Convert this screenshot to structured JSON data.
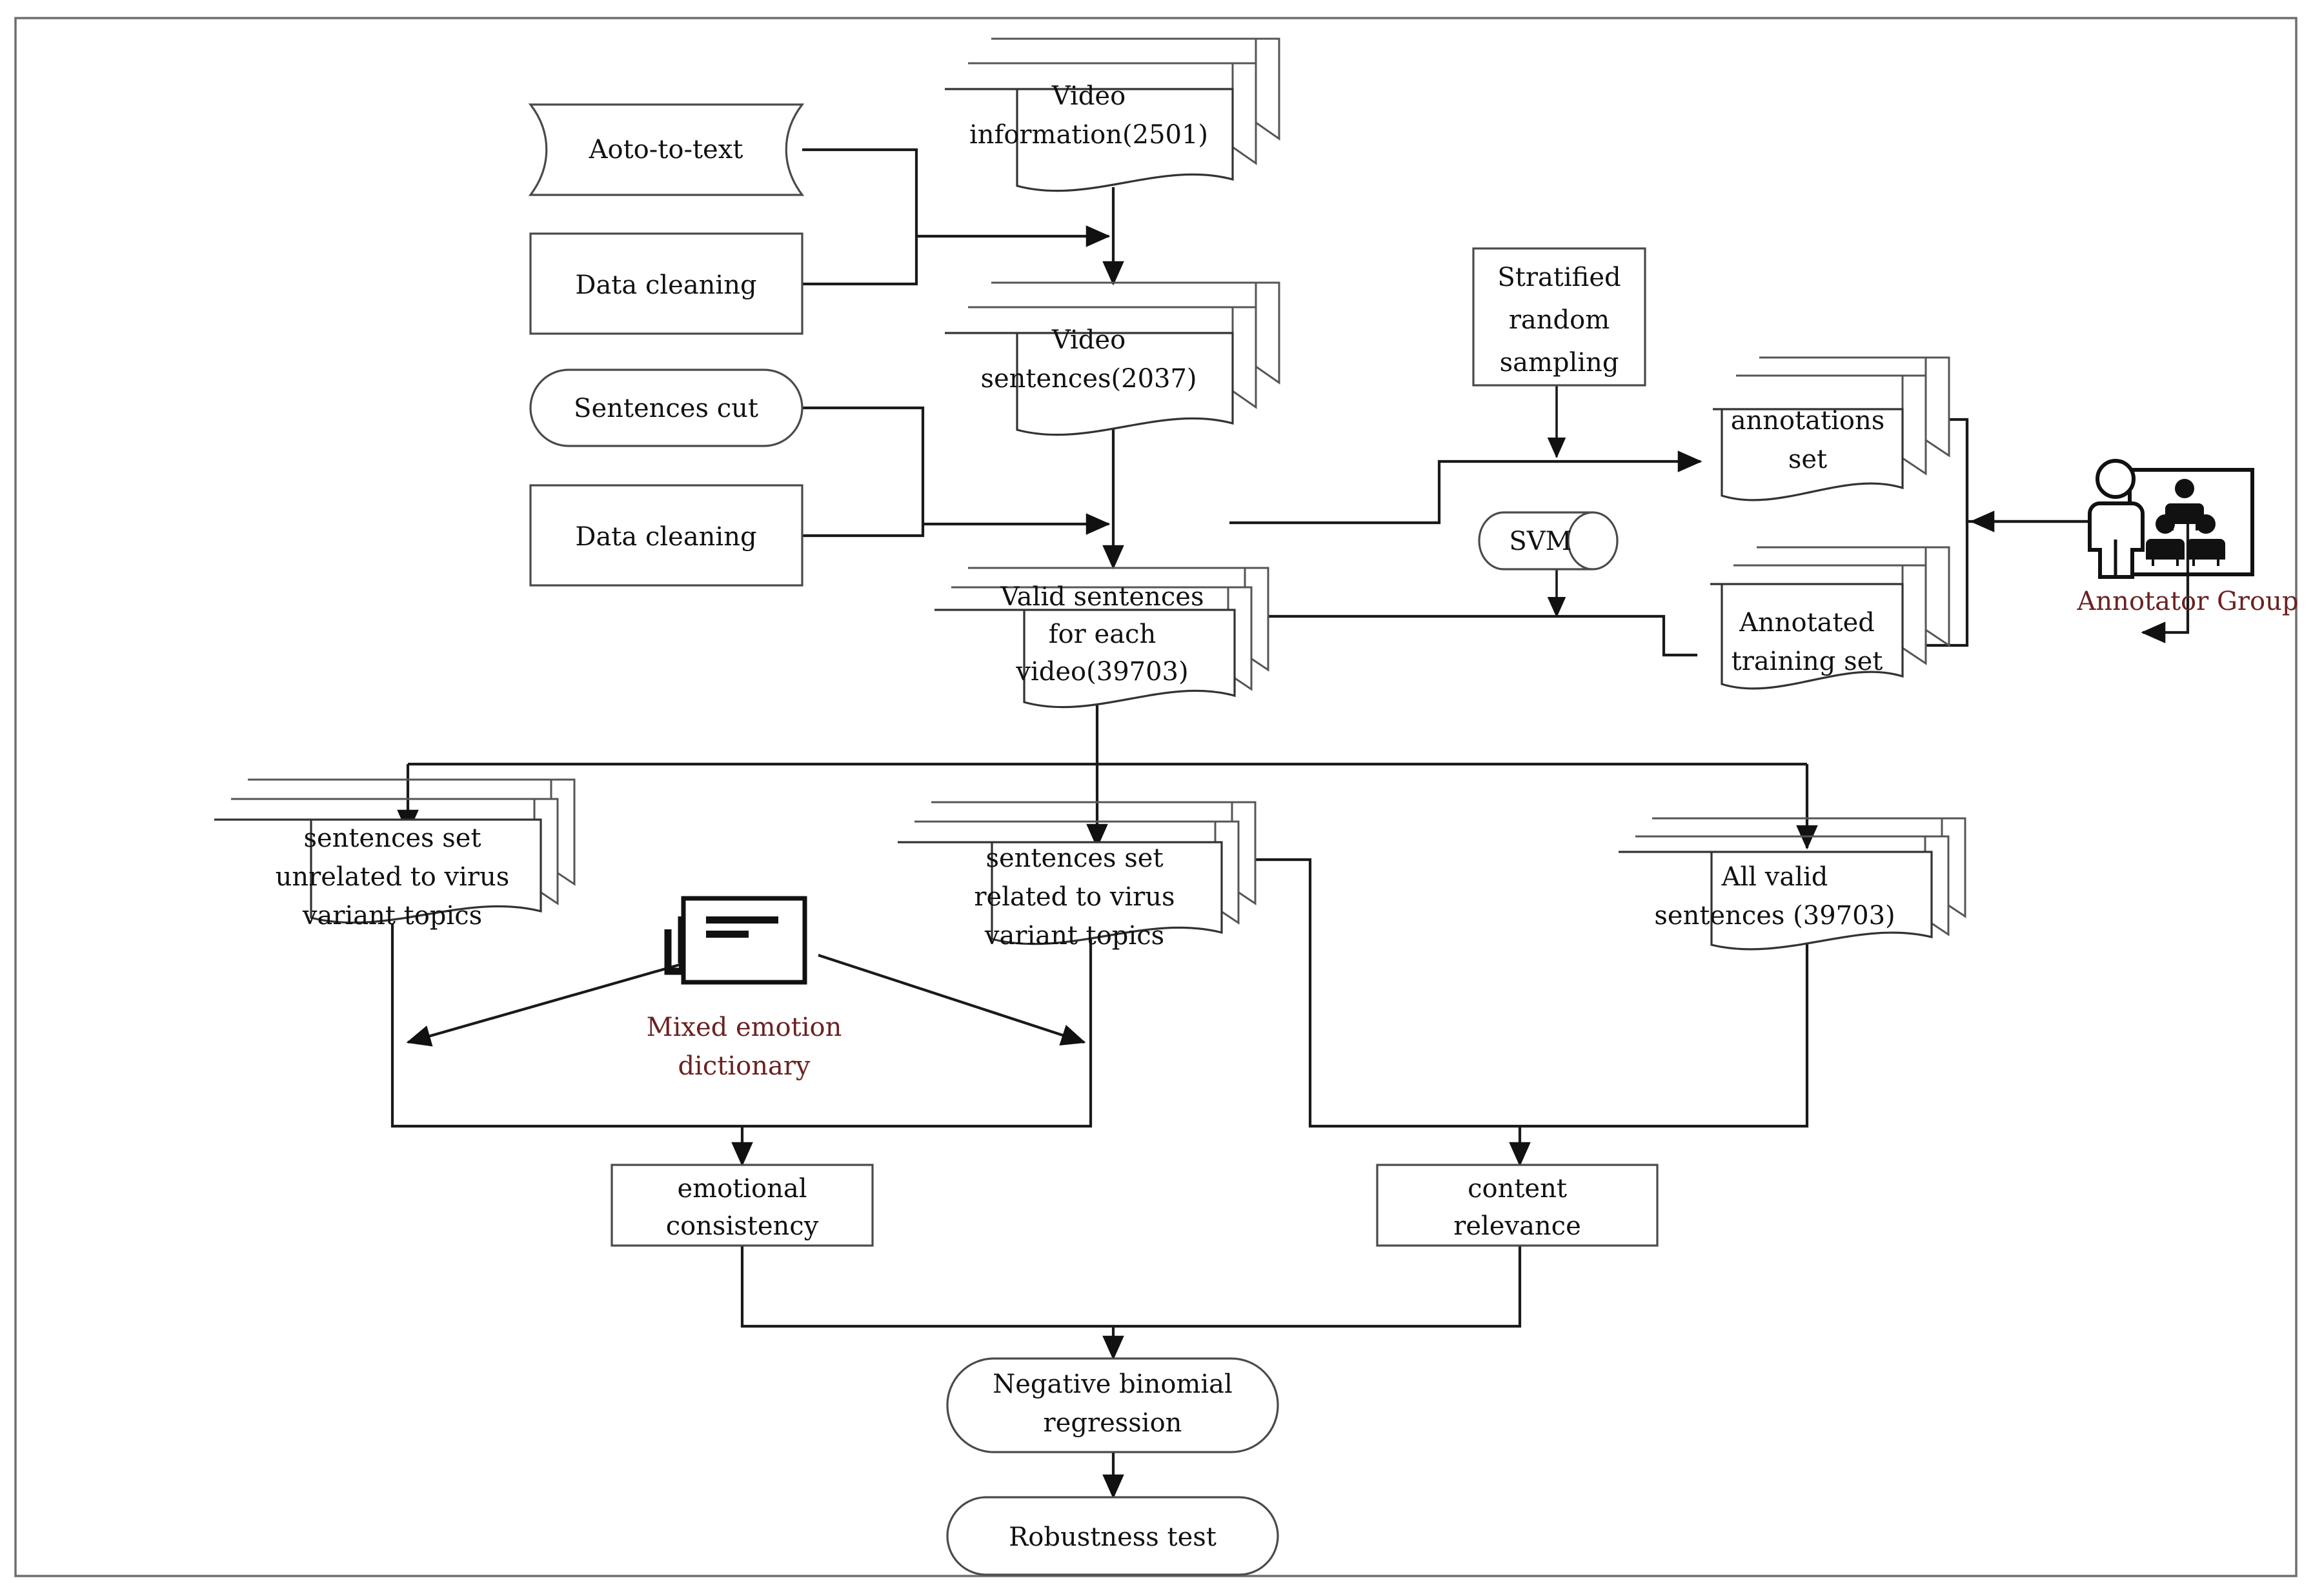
{
  "diagram": {
    "title": "Research workflow flowchart",
    "accent_text_color": "#6b2222",
    "line_color": "#1a1a1a",
    "nodes": {
      "auto_to_text": "Aoto-to-text",
      "data_cleaning_1": "Data cleaning",
      "sentences_cut": "Sentences cut",
      "data_cleaning_2": "Data cleaning",
      "video_information": "Video\ninformation(2501)",
      "video_information_l1": "Video",
      "video_information_l2": "information(2501)",
      "video_sentences_l1": "Video",
      "video_sentences_l2": "sentences(2037)",
      "stratified_l1": "Stratified",
      "stratified_l2": "random",
      "stratified_l3": "sampling",
      "annotations_set_l1": "annotations",
      "annotations_set_l2": "set",
      "svm": "SVM",
      "annotated_training_l1": "Annotated",
      "annotated_training_l2": "training set",
      "annotator_group": "Annotator Group",
      "valid_sentences_l1": "Valid sentences",
      "valid_sentences_l2": "for each",
      "valid_sentences_l3": "video(39703)",
      "unrelated_set_l1": "sentences set",
      "unrelated_set_l2": "unrelated to virus",
      "unrelated_set_l3": "variant topics",
      "related_set_l1": "sentences set",
      "related_set_l2": "related to virus",
      "related_set_l3": "variant topics",
      "all_valid_l1": "All valid",
      "all_valid_l2": "sentences (39703)",
      "mixed_dictionary_l1": "Mixed emotion",
      "mixed_dictionary_l2": "dictionary",
      "emotional_consistency_l1": "emotional",
      "emotional_consistency_l2": "consistency",
      "content_relevance_l1": "content",
      "content_relevance_l2": "relevance",
      "negative_binomial_l1": "Negative binomial",
      "negative_binomial_l2": "regression",
      "robustness_test": "Robustness test"
    },
    "icons": {
      "annotator_group_icon": "people-presentation-icon",
      "mixed_dictionary_icon": "card-stack-icon"
    }
  }
}
